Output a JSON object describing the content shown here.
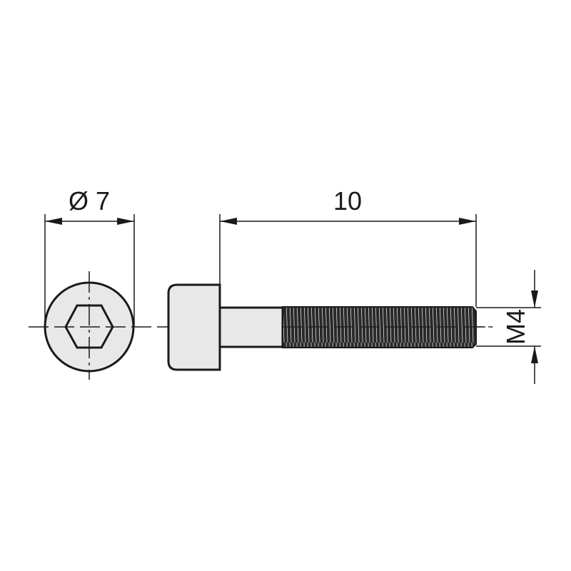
{
  "drawing": {
    "diameter_label": "Ø 7",
    "length_label": "10",
    "thread_label": "M4",
    "colors": {
      "line": "#1a1a1a",
      "fill": "#e8e8e8",
      "thread": "#2a2a2a"
    }
  }
}
